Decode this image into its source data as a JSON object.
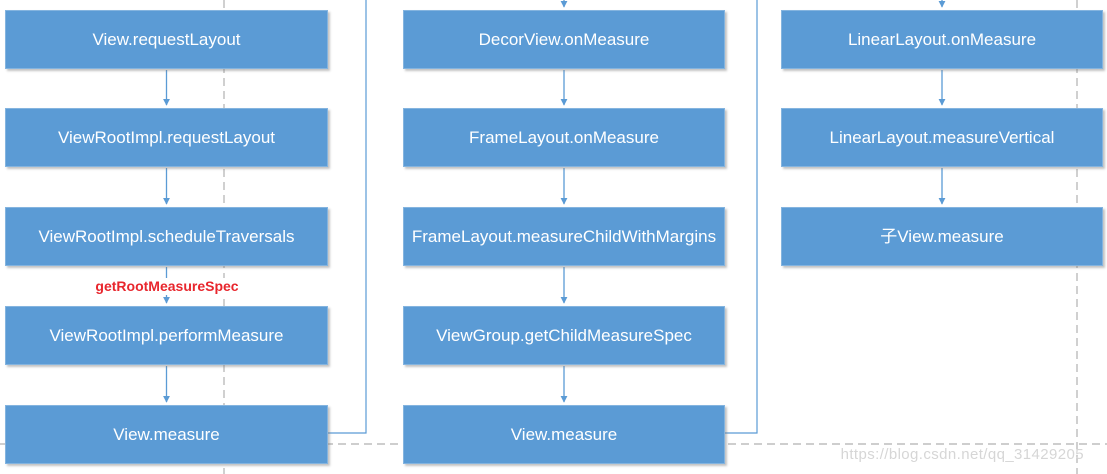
{
  "flowchart": {
    "columns": [
      {
        "name": "measure-request-flow",
        "boxes": [
          "View.requestLayout",
          "ViewRootImpl.requestLayout",
          "ViewRootImpl.scheduleTraversals",
          "ViewRootImpl.performMeasure",
          "View.measure"
        ]
      },
      {
        "name": "decorview-measure-flow",
        "boxes": [
          "DecorView.onMeasure",
          "FrameLayout.onMeasure",
          "FrameLayout.measureChildWithMargins",
          "ViewGroup.getChildMeasureSpec",
          "View.measure"
        ]
      },
      {
        "name": "linearlayout-measure-flow",
        "boxes": [
          "LinearLayout.onMeasure",
          "LinearLayout.measureVertical",
          "子View.measure"
        ]
      }
    ],
    "edge_annotation": {
      "text": "getRootMeasureSpec",
      "color": "#e8262d",
      "between": [
        "ViewRootImpl.scheduleTraversals",
        "ViewRootImpl.performMeasure"
      ]
    }
  },
  "watermark": {
    "text": "https://blog.csdn.net/qq_31429205",
    "color": "#d6d6d6"
  },
  "colors": {
    "background": "#ffffff",
    "box_fill": "#5b9bd5",
    "box_text": "#ffffff",
    "connector": "#5b9bd5",
    "page_break_dash": "#b0b0b0"
  }
}
